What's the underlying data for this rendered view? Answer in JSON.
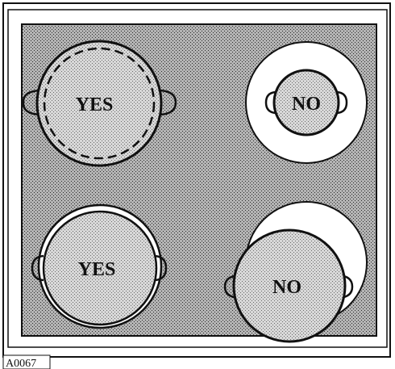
{
  "diagram": {
    "ref_code": "A0067",
    "colors": {
      "hob_surface": "#9a9a9a",
      "outline": "#111111",
      "zone": "#ffffff"
    },
    "examples": [
      {
        "id": "top-left",
        "label": "YES",
        "verdict": "correct",
        "description_icon": "pan-matching-zone-icon"
      },
      {
        "id": "top-right",
        "label": "NO",
        "verdict": "incorrect",
        "description_icon": "pan-too-small-icon"
      },
      {
        "id": "bottom-left",
        "label": "YES",
        "verdict": "correct",
        "description_icon": "pan-matching-zone-icon"
      },
      {
        "id": "bottom-right",
        "label": "NO",
        "verdict": "incorrect",
        "description_icon": "pan-off-center-icon"
      }
    ]
  }
}
